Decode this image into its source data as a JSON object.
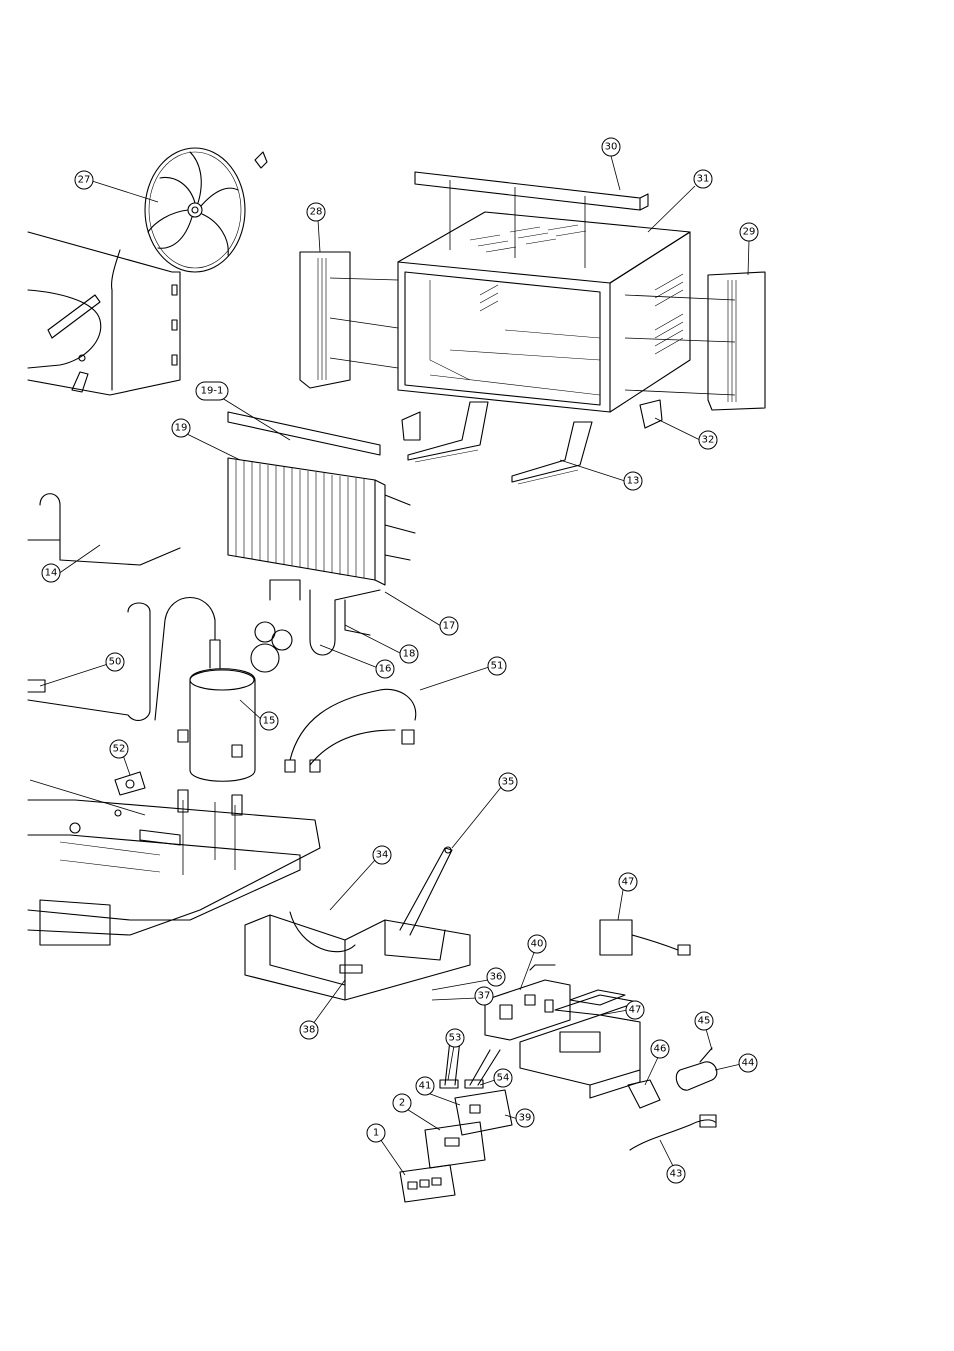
{
  "callouts": [
    {
      "id": "c27",
      "label": "27"
    },
    {
      "id": "c28",
      "label": "28"
    },
    {
      "id": "c30",
      "label": "30"
    },
    {
      "id": "c31",
      "label": "31"
    },
    {
      "id": "c29",
      "label": "29"
    },
    {
      "id": "c32",
      "label": "32"
    },
    {
      "id": "c13",
      "label": "13"
    },
    {
      "id": "c19-1",
      "label": "19-1"
    },
    {
      "id": "c19",
      "label": "19"
    },
    {
      "id": "c14",
      "label": "14"
    },
    {
      "id": "c17",
      "label": "17"
    },
    {
      "id": "c18",
      "label": "18"
    },
    {
      "id": "c16",
      "label": "16"
    },
    {
      "id": "c50",
      "label": "50"
    },
    {
      "id": "c51",
      "label": "51"
    },
    {
      "id": "c15",
      "label": "15"
    },
    {
      "id": "c52",
      "label": "52"
    },
    {
      "id": "c35",
      "label": "35"
    },
    {
      "id": "c34",
      "label": "34"
    },
    {
      "id": "c47a",
      "label": "47"
    },
    {
      "id": "c40",
      "label": "40"
    },
    {
      "id": "c36",
      "label": "36"
    },
    {
      "id": "c37",
      "label": "37"
    },
    {
      "id": "c47b",
      "label": "47"
    },
    {
      "id": "c38",
      "label": "38"
    },
    {
      "id": "c53",
      "label": "53"
    },
    {
      "id": "c45",
      "label": "45"
    },
    {
      "id": "c46",
      "label": "46"
    },
    {
      "id": "c44",
      "label": "44"
    },
    {
      "id": "c54",
      "label": "54"
    },
    {
      "id": "c41",
      "label": "41"
    },
    {
      "id": "c39",
      "label": "39"
    },
    {
      "id": "c2",
      "label": "2"
    },
    {
      "id": "c1",
      "label": "1"
    },
    {
      "id": "c43",
      "label": "43"
    }
  ]
}
